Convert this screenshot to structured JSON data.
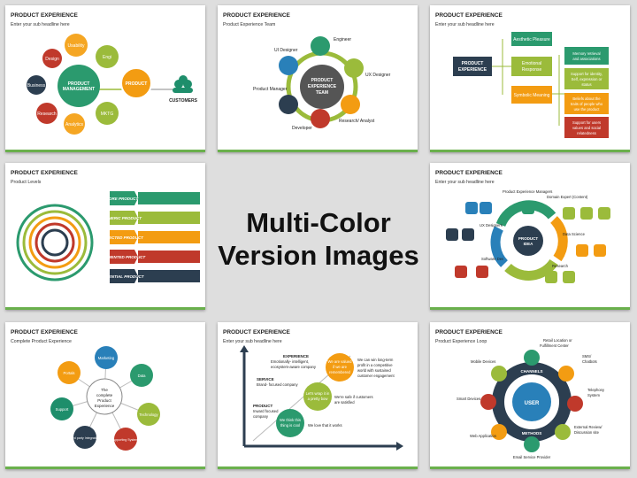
{
  "center": {
    "line1": "Multi-Color",
    "line2": "Version Images"
  },
  "slides": [
    {
      "title": "PRODUCT EXPERIENCE",
      "subtitle": "Enter your sub headline here",
      "labels": {
        "hub": "PRODUCT",
        "hub2": "MANAGEMENT",
        "product": "PRODUCT",
        "usability": "Usability",
        "design": "Design",
        "business": "Business",
        "research": "Research",
        "analytics": "Analytics",
        "eng": "Engi",
        "mktg": "MKTG",
        "customers": "CUSTOMERS"
      }
    },
    {
      "title": "PRODUCT EXPERIENCE",
      "subtitle": "Product Experience Team",
      "labels": {
        "hub1": "PRODUCT",
        "hub2": "EXPERIENCE",
        "hub3": "TEAM",
        "engineer": "Engineer",
        "ux": "UX Designer",
        "ui": "UI Designer",
        "pm": "Product Manager",
        "research": "Research/ Analyst",
        "dev": "Developer"
      }
    },
    {
      "title": "PRODUCT EXPERIENCE",
      "subtitle": "Enter your sub headline here",
      "labels": {
        "root1": "PRODUCT",
        "root2": "EXPERIENCE",
        "b1": "Aesthetic Pleasure",
        "b2a": "Emotional",
        "b2b": "Response",
        "b3": "Symbolic Meaning",
        "l1a": "Memory retrieval",
        "l1b": "and associations",
        "l2a": "Support for identity,",
        "l2b": "Self, expression or",
        "l2c": "status",
        "l3a": "Beliefs about the",
        "l3b": "traits of people who",
        "l3c": "use the product",
        "l4a": "Support for users",
        "l4b": "values and social",
        "l4c": "relatedness"
      }
    },
    {
      "title": "PRODUCT EXPERIENCE",
      "subtitle": "Product Levels",
      "labels": {
        "core": "CORE PRODUCT",
        "generic": "GENERIC PRODUCT",
        "expected": "EXPECTED PRODUCT",
        "augmented": "AUGMENTED PRODUCT",
        "potential": "POTENTIAL PRODUCT"
      }
    },
    {
      "title": "PRODUCT EXPERIENCE",
      "subtitle": "Enter your sub headline here",
      "labels": {
        "center1": "PRODUCT",
        "center2": "IDEA",
        "pem": "Product Experience Managers",
        "domain": "Domain Expert (Content)",
        "uxd": "UX Designers",
        "ds": "Data Science",
        "sd": "Software Dev",
        "research": "Research"
      }
    },
    {
      "title": "PRODUCT EXPERIENCE",
      "subtitle": "Complete Product Experience",
      "labels": {
        "center1": "The",
        "center2": "complete",
        "center3": "Product",
        "center4": "Experience",
        "marketing": "Marketing",
        "data": "Data",
        "technology": "Technology",
        "supporting": "Supporting Systems",
        "third": "Third party Integrations",
        "support": "Support",
        "portals": "Portals"
      }
    },
    {
      "title": "PRODUCT EXPERIENCE",
      "subtitle": "Enter your sub headline here",
      "labels": {
        "exp1": "EXPERIENCE",
        "exp2": "Emotionally- intelligent,",
        "exp3": "ecosystem-aware company",
        "svc1": "SERVICE",
        "svc2": "Brand- focused company",
        "prd1": "PRODUCT",
        "prd2": "Inward focused",
        "prd3": "company",
        "o1a": "We are valued",
        "o1b": "if we are",
        "o1c": "remembered",
        "o2a": "Let's wrap it in",
        "o2b": "a pretty bow",
        "o3a": "We think this",
        "o3b": "thing is cool",
        "t1a": "We can win long-term",
        "t1b": "profit in a competitive",
        "t1c": "world with sustained",
        "t1d": "customer engagement",
        "t2a": "We're safe if customers",
        "t2b": "are satisfied",
        "t3": "We love that it works"
      }
    },
    {
      "title": "PRODUCT EXPERIENCE",
      "subtitle": "Product Experience Loop",
      "labels": {
        "user": "USER",
        "channels": "CHANNELS",
        "methods": "METHODS",
        "retail1": "Retail Location or",
        "retail2": "Fulfillment Center",
        "sms1": "SMS/",
        "sms2": "Chatbots",
        "tel1": "Telephony",
        "tel2": "System",
        "ext1": "External Review/",
        "ext2": "Discussion site",
        "email": "Email Service Provider",
        "web": "Web Application",
        "smart": "Smart Devices",
        "mobile": "Mobile Devices"
      }
    }
  ]
}
